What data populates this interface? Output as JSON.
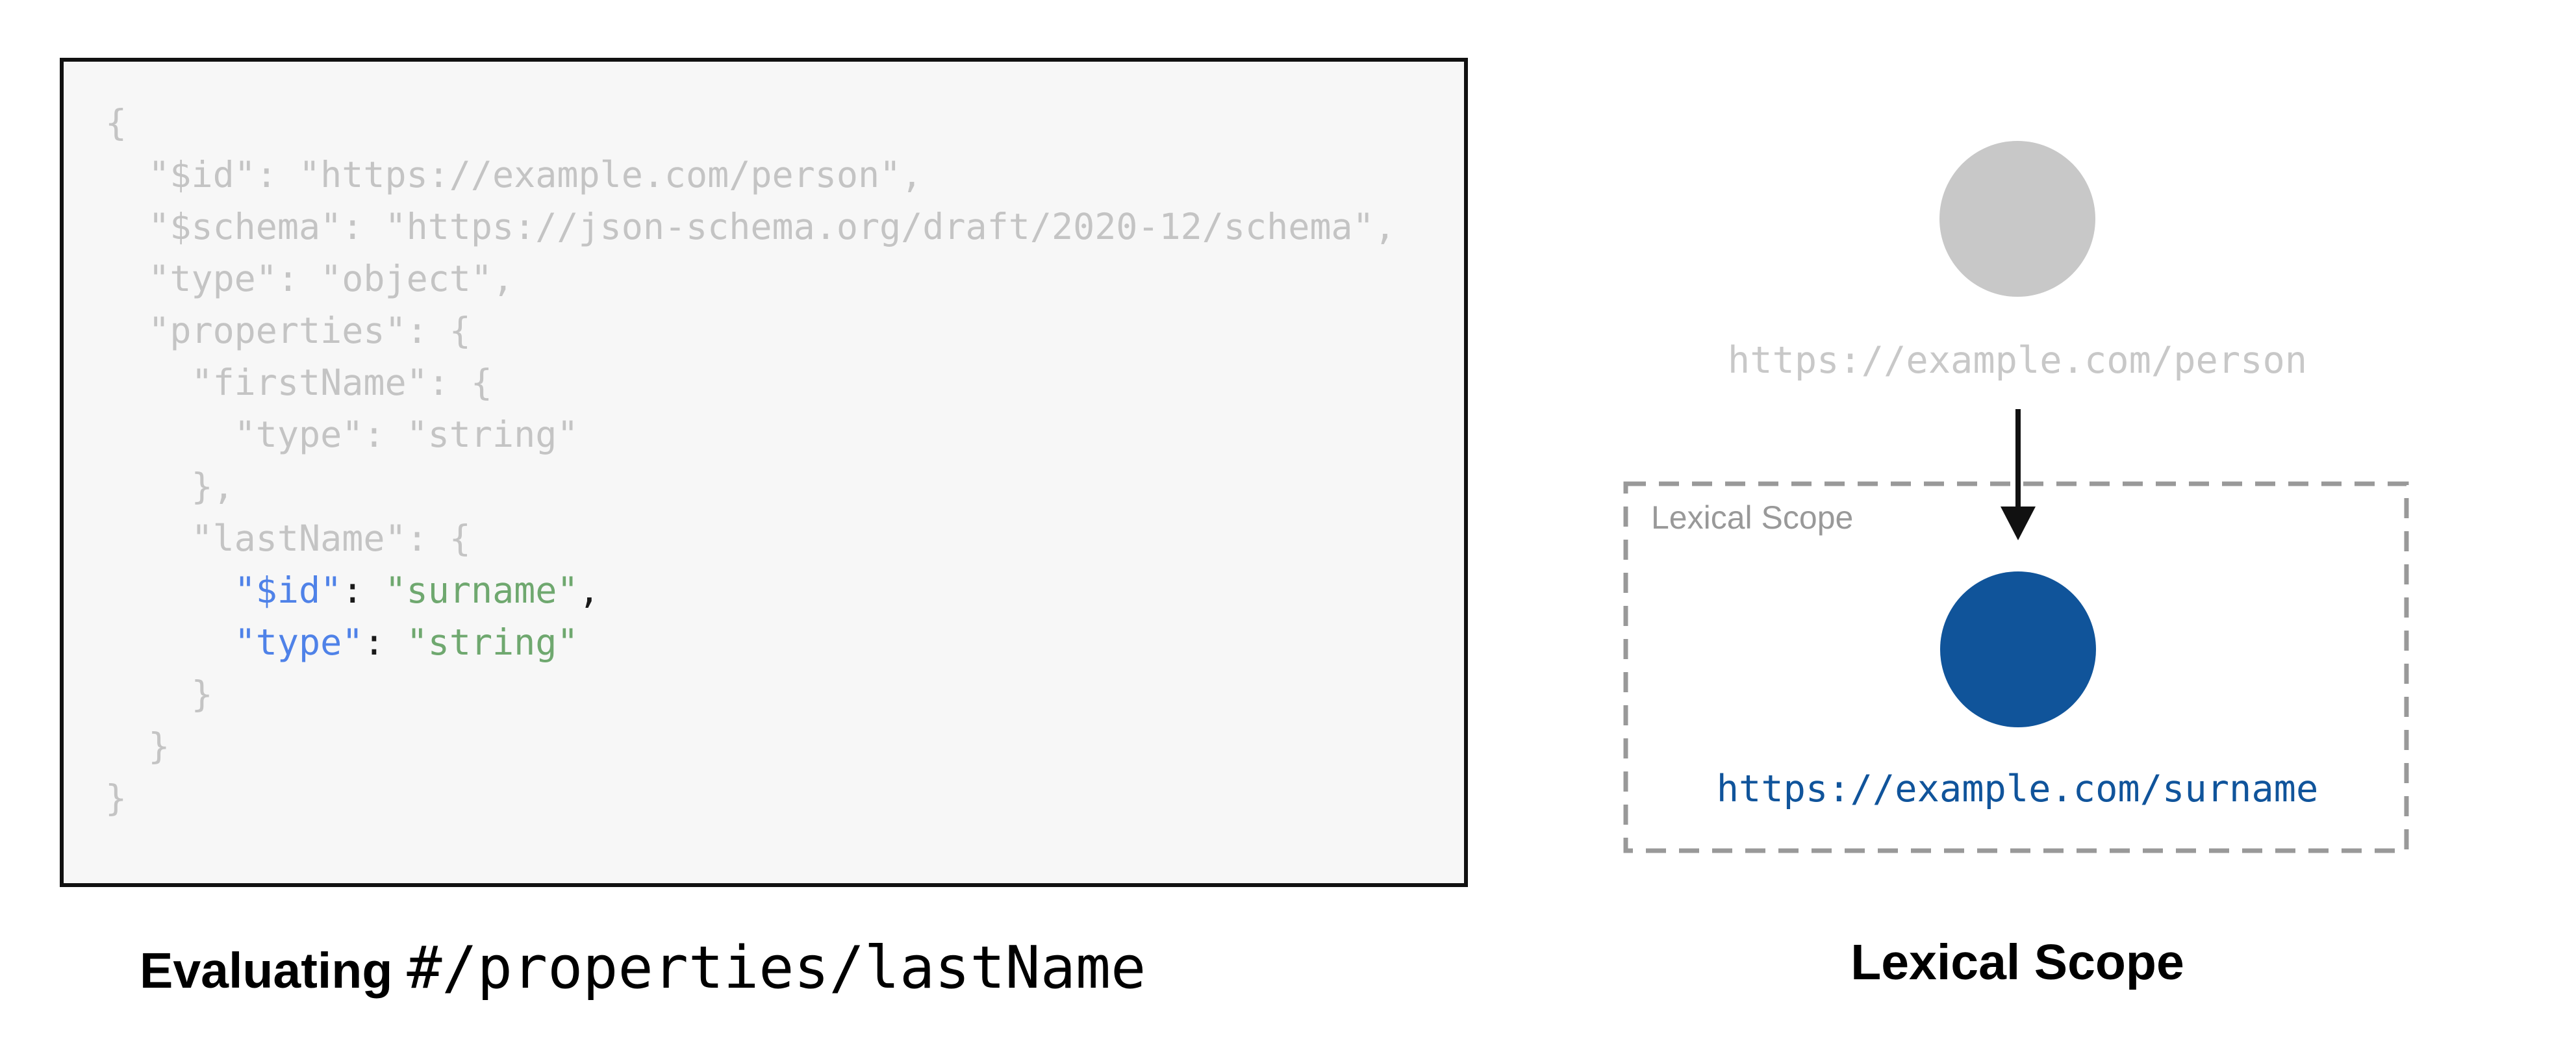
{
  "left_panel": {
    "code": {
      "gray_top": "{\n  \"$id\": \"https://example.com/person\",\n  \"$schema\": \"https://json-schema.org/draft/2020-12/schema\",\n  \"type\": \"object\",\n  \"properties\": {\n    \"firstName\": {\n      \"type\": \"string\"\n    },\n    \"lastName\": {\n      ",
      "hl_id_key": "\"$id\"",
      "hl_id_sep": ": ",
      "hl_id_value": "\"surname\"",
      "hl_id_after": ",\n      ",
      "hl_type_key": "\"type\"",
      "hl_type_sep": ": ",
      "hl_type_value": "\"string\"",
      "gray_bottom": "\n    }\n  }\n}"
    },
    "caption_bold": "Evaluating",
    "caption_path": "#/properties/lastName"
  },
  "right_panel": {
    "outer_schema_label": "https://example.com/person",
    "scope_box_label": "Lexical Scope",
    "inner_schema_label": "https://example.com/surname",
    "caption": "Lexical Scope"
  },
  "colors": {
    "code_background": "#f7f7f7",
    "code_border": "#111111",
    "code_inactive_gray": "#c4c4c4",
    "code_key_blue": "#4f82e8",
    "code_string_green": "#6fa86f",
    "code_punct_black": "#1a1a1a",
    "outer_circle_gray": "#c8c8c8",
    "inner_circle_blue": "#10549a",
    "inner_url_blue": "#10549b",
    "scope_dash_gray": "#999999",
    "arrow_black": "#111111"
  }
}
